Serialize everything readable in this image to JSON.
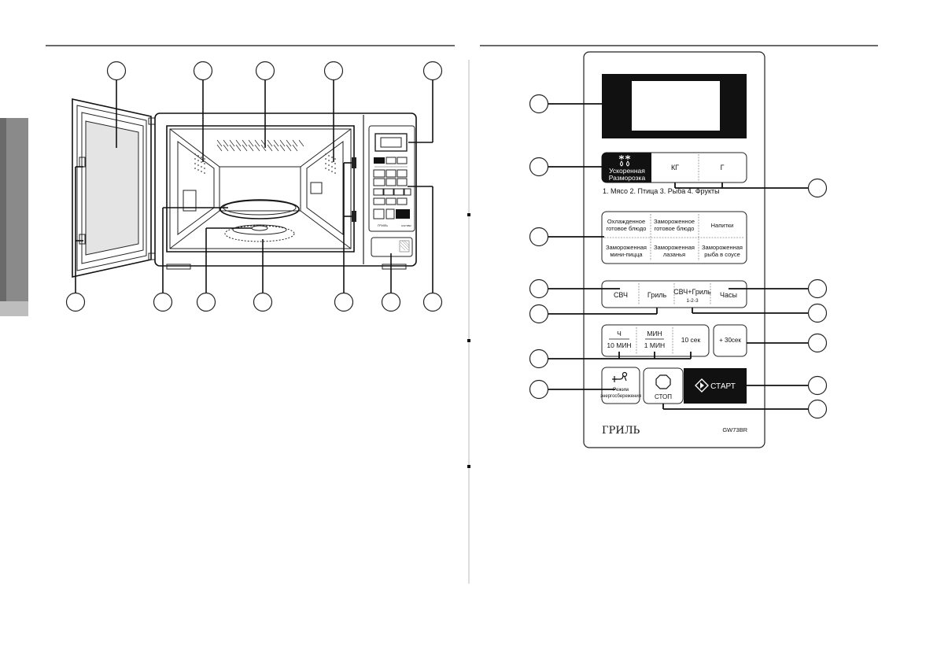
{
  "colors": {
    "ink": "#111111",
    "panel_border": "#222222",
    "display_black": "#111111",
    "window_gray": "#e4e4e4",
    "side_tab": "#8a8a8a"
  },
  "panel": {
    "defrost_button": {
      "label_line1": "Ускоренная",
      "label_line2": "Разморозка",
      "icon": "snowflake-drops-icon"
    },
    "weight_kg": "КГ",
    "weight_g": "Г",
    "food_types": "1. Мясо   2. Птица   3. Рыба   4. Фрукты",
    "auto_cook": [
      {
        "line1": "Охлажденное",
        "line2": "готовое блюдо"
      },
      {
        "line1": "Замороженное",
        "line2": "готовое блюдо"
      },
      {
        "line1": "Напитки",
        "line2": ""
      },
      {
        "line1": "Замороженная",
        "line2": "мини-пицца"
      },
      {
        "line1": "Замороженная",
        "line2": "лазанья"
      },
      {
        "line1": "Замороженная",
        "line2": "рыба в соусе"
      }
    ],
    "mode_buttons": {
      "microwave": "СВЧ",
      "grill": "Гриль",
      "combi": "СВЧ+Гриль",
      "combi_sub": "1-2-3",
      "clock": "Часы"
    },
    "time_buttons": {
      "hour_top": "Ч",
      "hour_bottom": "10 МИН",
      "min_top": "МИН",
      "min_bottom": "1 МИН",
      "sec": "10 сек",
      "plus30": "+ 30сек"
    },
    "eco_button": {
      "line1": "Режим",
      "line2": "энергосбережения",
      "icon": "eco-plug-icon"
    },
    "stop_button": {
      "label": "СТОП",
      "icon": "stop-octagon-icon"
    },
    "start_button": {
      "label": "СТАРТ",
      "icon": "start-diamond-icon"
    },
    "brand": "ГРИЛЬ",
    "model": "GW73BR"
  },
  "oven": {
    "mini_panel_brand": "ГРИЛЬ",
    "mini_panel_model": "GW73BR"
  }
}
